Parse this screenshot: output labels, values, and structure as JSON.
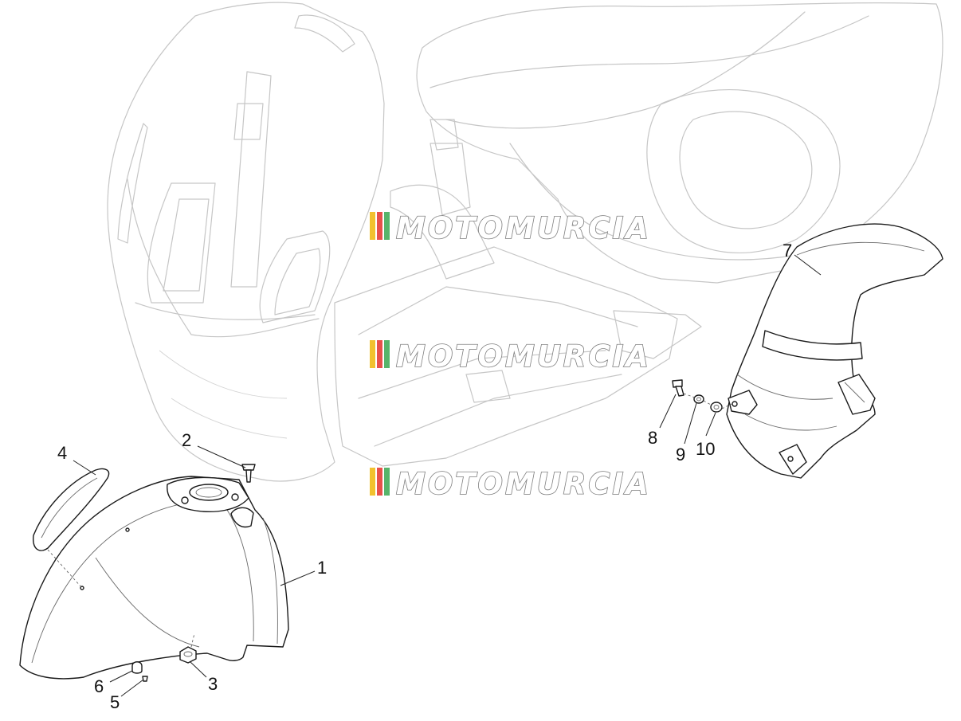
{
  "watermark": {
    "text": "MOTOMURCIA",
    "stripe_colors": [
      "#f2c12e",
      "#e8504a",
      "#58b46a"
    ]
  },
  "callouts": [
    {
      "id": "1",
      "label": "1"
    },
    {
      "id": "2",
      "label": "2"
    },
    {
      "id": "3",
      "label": "3"
    },
    {
      "id": "4",
      "label": "4"
    },
    {
      "id": "5",
      "label": "5"
    },
    {
      "id": "6",
      "label": "6"
    },
    {
      "id": "7",
      "label": "7"
    },
    {
      "id": "8",
      "label": "8"
    },
    {
      "id": "9",
      "label": "9"
    },
    {
      "id": "10",
      "label": "10"
    }
  ]
}
